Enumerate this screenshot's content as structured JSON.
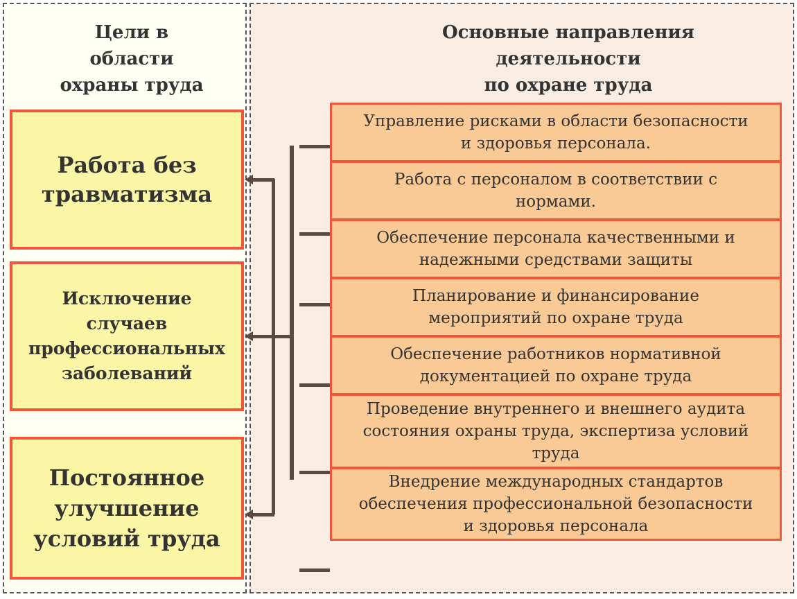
{
  "goals_heading": "Цели в\nобласти\nохраны труда",
  "directions_heading": "Основные направления\nдеятельности\nпо охране труда",
  "goals": [
    "Работа без\nтравматизма",
    "Исключение\nслучаев\nпрофессиональных\nзаболеваний",
    "Постоянное\nулучшение\nусловий труда"
  ],
  "directions": [
    "Управление рисками в области безопасности\nи здоровья персонала.",
    "Работа с персоналом в соответствии с\nнормами.",
    "Обеспечение персонала качественными и\nнадежными средствами защиты",
    "Планирование и финансирование\nмероприятий по охране труда",
    "Обеспечение работников нормативной\nдокументацией по охране труда",
    "Проведение внутреннего и внешнего аудита\nсостояния охраны труда, экспертиза условий\nтруда",
    "Внедрение международных стандартов\nобеспечения профессиональной безопасности\nи здоровья персонала"
  ],
  "colors": {
    "goal_fill": "#fbf6a6",
    "direction_fill": "#f9ca95",
    "box_border": "#f2553a",
    "connector": "#5a4a42"
  }
}
